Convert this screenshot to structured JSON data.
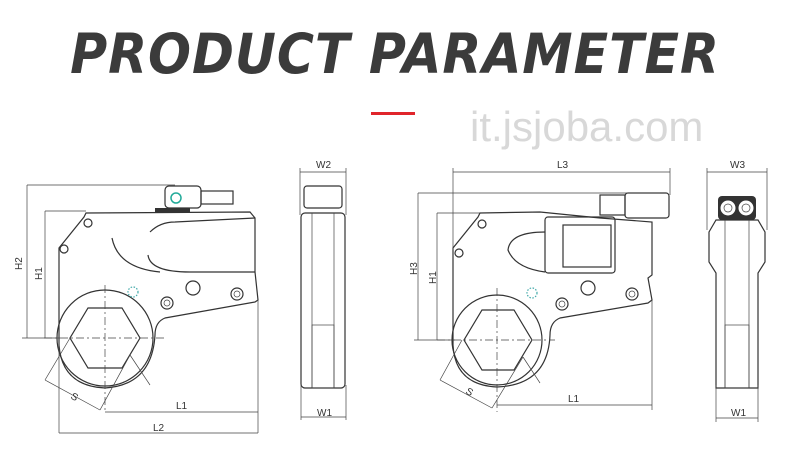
{
  "title": "PRODUCT PARAMETER",
  "accent_color": "#e0252b",
  "left_diagram": {
    "labels": {
      "h2": "H2",
      "h1": "H1",
      "l1": "L1",
      "l2": "L2",
      "s": "S",
      "w2": "W2",
      "w1": "W1"
    }
  },
  "right_diagram": {
    "labels": {
      "l3": "L3",
      "h3": "H3",
      "h1": "H1",
      "l1": "L1",
      "s": "S",
      "w3": "W3",
      "w1": "W1"
    }
  },
  "watermark": "it.jsjoba.com"
}
